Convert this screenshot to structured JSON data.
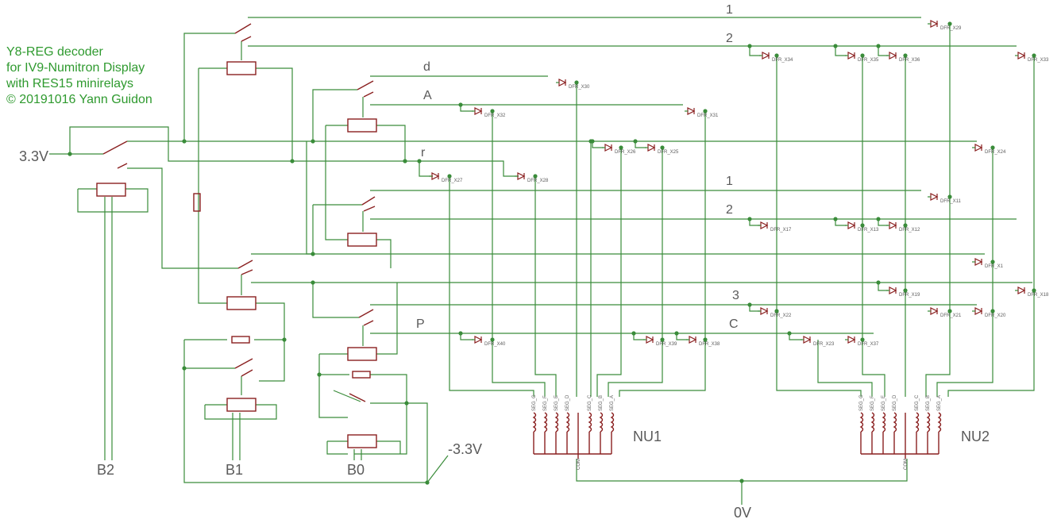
{
  "title_lines": [
    "Y8-REG decoder",
    "for IV9-Numitron Display",
    "with RES15 minirelays",
    "© 20191016 Yann Guidon"
  ],
  "supply": {
    "positive": "3.3V",
    "negative": "-3.3V",
    "ground": "0V"
  },
  "inputs": [
    "B2",
    "B1",
    "B0"
  ],
  "displays": {
    "nu1": "NU1",
    "nu2": "NU2",
    "pins": [
      "SEG_G",
      "SEG_F",
      "SEG_E",
      "SEG_D",
      "SEG_C",
      "SEG_B",
      "SEG_A"
    ],
    "com": "COM"
  },
  "line_labels": {
    "l1a": "1",
    "l2a": "2",
    "d": "d",
    "A": "A",
    "r": "r",
    "l1b": "1",
    "l2b": "2",
    "l3": "3",
    "P": "P",
    "C": "C"
  },
  "diodes": [
    {
      "id": "DFR_X29"
    },
    {
      "id": "DFR_X34"
    },
    {
      "id": "DFR_X35"
    },
    {
      "id": "DFR_X36"
    },
    {
      "id": "DFR_X33"
    },
    {
      "id": "DFR_X30"
    },
    {
      "id": "DFR_X32"
    },
    {
      "id": "DFR_X31"
    },
    {
      "id": "DFR_X26"
    },
    {
      "id": "DFR_X25"
    },
    {
      "id": "DFR_X24"
    },
    {
      "id": "DFR_X27"
    },
    {
      "id": "DFR_X28"
    },
    {
      "id": "DFR_X11"
    },
    {
      "id": "DFR_X17"
    },
    {
      "id": "DFR_X13"
    },
    {
      "id": "DFR_X12"
    },
    {
      "id": "DFR_X1"
    },
    {
      "id": "DFR_X19"
    },
    {
      "id": "DFR_X18"
    },
    {
      "id": "DFR_X22"
    },
    {
      "id": "DFR_X21"
    },
    {
      "id": "DFR_X20"
    },
    {
      "id": "DFR_X40"
    },
    {
      "id": "DFR_X39"
    },
    {
      "id": "DFR_X38"
    },
    {
      "id": "DFR_X23"
    },
    {
      "id": "DFR_X37"
    }
  ]
}
